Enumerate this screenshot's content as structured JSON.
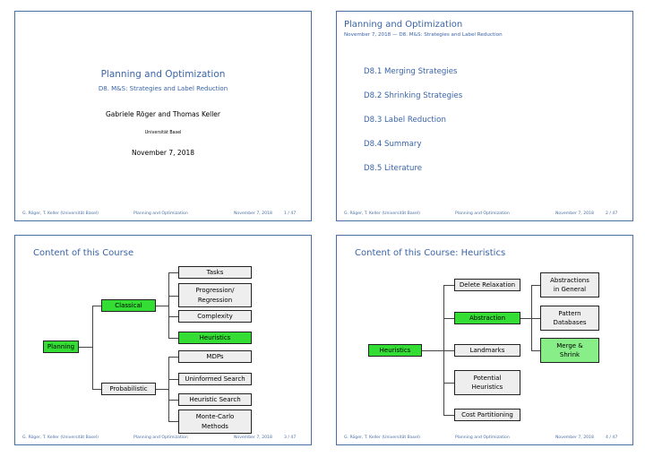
{
  "footer": {
    "author": "G. Röger, T. Keller (Universität Basel)",
    "course": "Planning and Optimization",
    "date": "November 7, 2018"
  },
  "slide1": {
    "title": "Planning and Optimization",
    "subtitle": "D8. M&S: Strategies and Label Reduction",
    "authors": "Gabriele Röger and Thomas Keller",
    "institution": "Universität Basel",
    "date": "November 7, 2018",
    "page": "1 / 47"
  },
  "slide2": {
    "title": "Planning and Optimization",
    "subtitle": "November 7, 2018 — D8. M&S: Strategies and Label Reduction",
    "items": [
      "D8.1 Merging Strategies",
      "D8.2 Shrinking Strategies",
      "D8.3 Label Reduction",
      "D8.4 Summary",
      "D8.5 Literature"
    ],
    "page": "2 / 47"
  },
  "slide3": {
    "title": "Content of this Course",
    "root": "Planning",
    "classical": "Classical",
    "probabilistic": "Probabilistic",
    "classical_children": [
      "Tasks",
      "Progression/\nRegression",
      "Complexity",
      "Heuristics"
    ],
    "probabilistic_children": [
      "MDPs",
      "Uninformed Search",
      "Heuristic Search",
      "Monte-Carlo\nMethods"
    ],
    "page": "3 / 47"
  },
  "slide4": {
    "title": "Content of this Course: Heuristics",
    "root": "Heuristics",
    "children": [
      "Delete Relaxation",
      "Abstraction",
      "Landmarks",
      "Potential\nHeuristics",
      "Cost Partitioning"
    ],
    "abstraction_children": [
      "Abstractions\nin General",
      "Pattern\nDatabases",
      "Merge &\nShrink"
    ],
    "page": "4 / 47"
  },
  "colors": {
    "accent": "#3a64a8",
    "highlight": "#33dd33",
    "light_highlight": "#88ee88",
    "box": "#eeeeee"
  }
}
